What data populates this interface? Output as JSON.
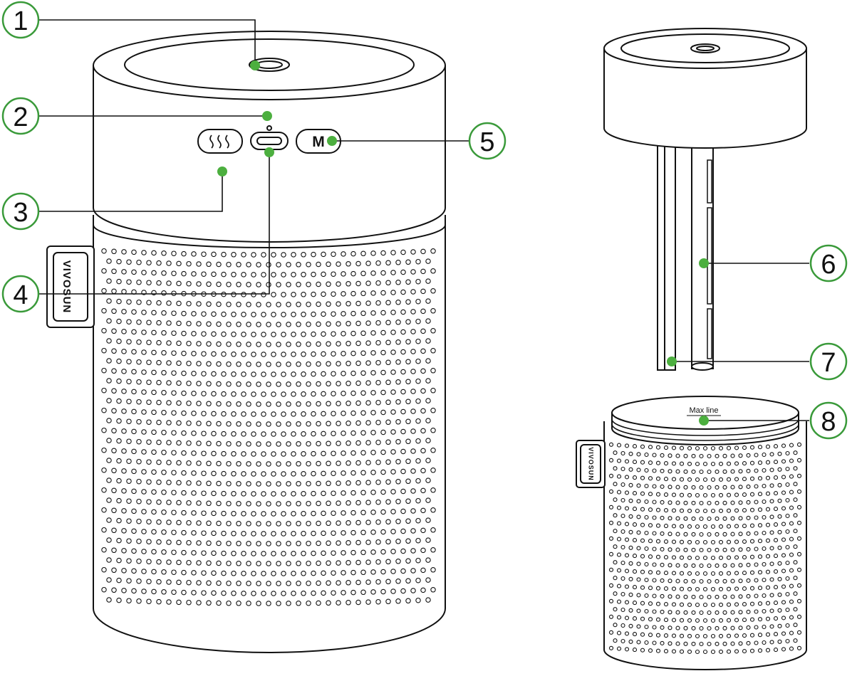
{
  "brand_text": "VIVOSUN",
  "button_m_label": "M",
  "max_line_label": "Max line",
  "callout_color": "#4caf3f",
  "callout_stroke": "#3a9a3a",
  "line_color": "#111111",
  "callouts": [
    {
      "number": "1"
    },
    {
      "number": "2"
    },
    {
      "number": "3"
    },
    {
      "number": "4"
    },
    {
      "number": "5"
    },
    {
      "number": "6"
    },
    {
      "number": "7"
    },
    {
      "number": "8"
    }
  ]
}
